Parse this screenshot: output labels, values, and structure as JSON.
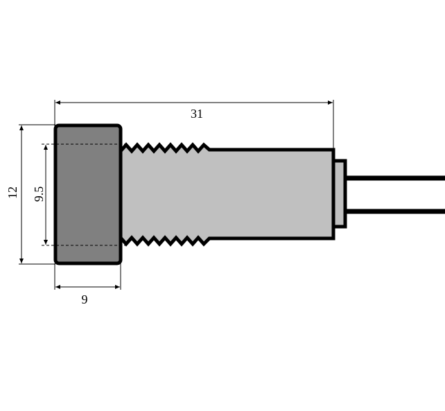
{
  "dimensions": {
    "overall_length": "31",
    "head_diameter": "12",
    "thread_diameter": "9.5",
    "head_length": "9"
  },
  "colors": {
    "head_fill": "#808080",
    "body_fill": "#c0c0c0",
    "outline": "#000000"
  }
}
